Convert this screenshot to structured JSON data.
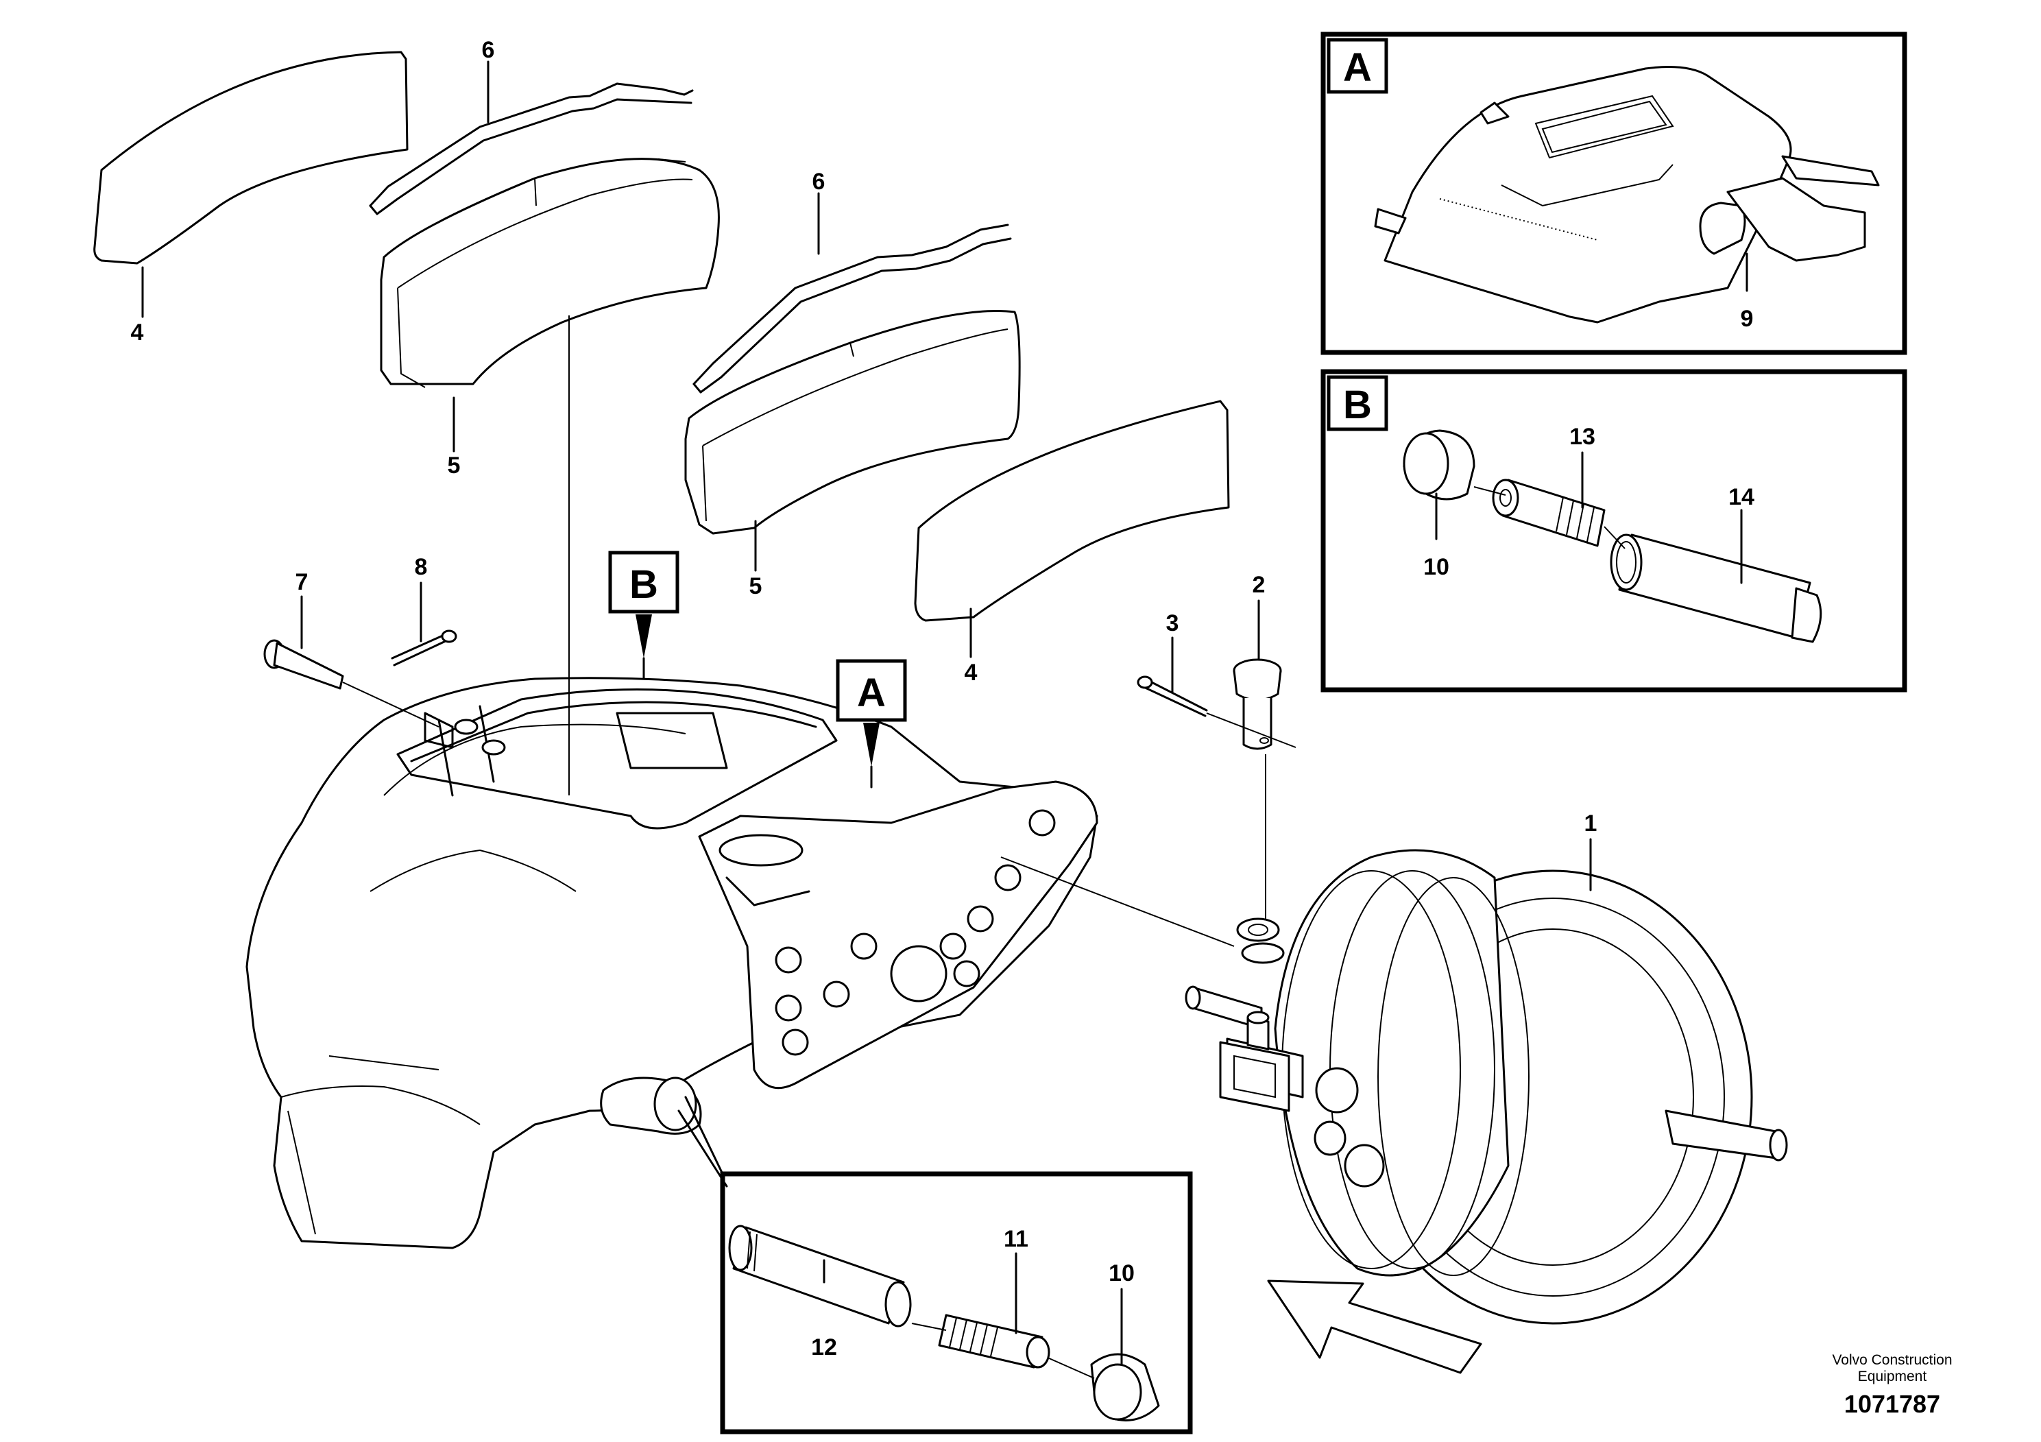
{
  "diagram": {
    "part_labels": {
      "p1": "1",
      "p2": "2",
      "p3": "3",
      "p4a": "4",
      "p4b": "4",
      "p5a": "5",
      "p5b": "5",
      "p6a": "6",
      "p6b": "6",
      "p7": "7",
      "p8": "8",
      "p9": "9",
      "p10a": "10",
      "p10b": "10",
      "p11": "11",
      "p12": "12",
      "p13": "13",
      "p14": "14"
    },
    "detail_markers": {
      "A": "A",
      "B": "B"
    },
    "detail_boxes": {
      "A": "A",
      "B": "B"
    }
  },
  "footer": {
    "company_line1": "Volvo Construction",
    "company_line2": "Equipment",
    "drawing_number": "1071787"
  }
}
